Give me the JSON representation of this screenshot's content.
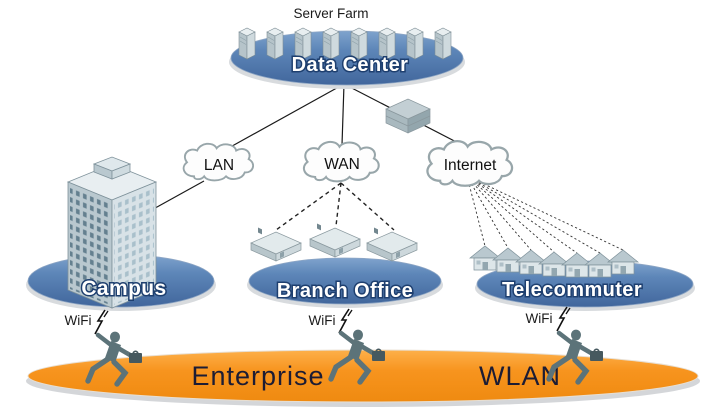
{
  "labels": {
    "server_farm": "Server Farm",
    "data_center": "Data Center",
    "lan": "LAN",
    "wan": "WAN",
    "internet": "Internet",
    "campus": "Campus",
    "branch_office": "Branch Office",
    "telecommuter": "Telecommuter",
    "wifi": [
      "WiFi",
      "WiFi",
      "WiFi"
    ],
    "enterprise": "Enterprise",
    "wlan": "WLAN"
  },
  "counts": {
    "servers": 8,
    "branch_buildings": 3,
    "telecommuter_houses": 7,
    "running_people": 3
  },
  "icons": {
    "server": "server-tower-icon",
    "router": "router-icon",
    "cloud": "cloud-icon",
    "campus_building": "office-building-icon",
    "branch_building": "branch-building-icon",
    "house": "house-icon",
    "running_person": "running-person-icon",
    "lightning": "lightning-bolt-icon"
  },
  "colors": {
    "site_ellipse_blue": "#4d76a8",
    "wlan_orange": "#F7941E",
    "ellipse_label_fill": "#ffffff",
    "ellipse_label_outline": "#1e3f6f",
    "diagram_text": "#1a1a1a",
    "wlan_text": "#1c1c34",
    "figure_gray": "#5c7379"
  }
}
